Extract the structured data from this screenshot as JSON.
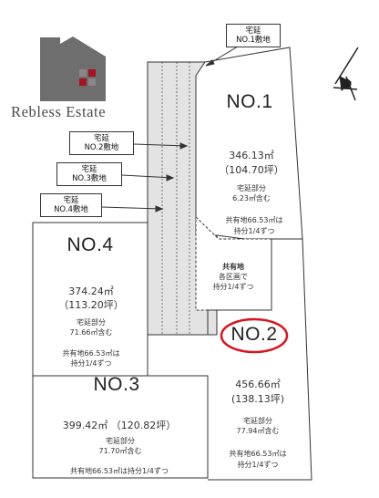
{
  "logo": {
    "text": "Rebless Estate",
    "colors": {
      "house": "#6e6e6e",
      "window": "#a9121f",
      "window_grey": "#888888"
    }
  },
  "lots": {
    "no1": {
      "label": "NO.1",
      "area": "346.13㎡",
      "tsubo": "（104.70坪）",
      "road_share_label": "宅延部分",
      "road_share_value": "6.23㎡含む",
      "common_line1": "共有地66.53㎡は",
      "common_line2": "持分1/4ずつ"
    },
    "no2": {
      "label": "NO.2",
      "area": "456.66㎡",
      "tsubo": "(138.13坪)",
      "road_share_label": "宅延部分",
      "road_share_value": "77.94㎡含む",
      "common_line1": "共有地66.53㎡は",
      "common_line2": "持分1/4ずつ",
      "highlight_color": "#d9141e"
    },
    "no3": {
      "label": "NO.3",
      "area": "399.42㎡ （120.82坪）",
      "road_share_label": "宅延部分",
      "road_share_value": "71.70㎡含む",
      "common_line": "共有地66.53㎡は持分1/4ずつ"
    },
    "no4": {
      "label": "NO.4",
      "area": "374.24㎡",
      "tsubo": "（113.20坪）",
      "road_share_label": "宅延部分",
      "road_share_value": "71.66㎡含む",
      "common_line1": "共有地66.53㎡は",
      "common_line2": "持分1/4ずつ"
    }
  },
  "common_land": {
    "title": "共有地",
    "line1": "各区画で",
    "line2": "持分1/4ずつ"
  },
  "callouts": {
    "no1": {
      "line1": "宅延",
      "line2": "NO.1敷地"
    },
    "no2": {
      "line1": "宅延",
      "line2": "NO.2敷地"
    },
    "no3": {
      "line1": "宅延",
      "line2": "NO.3敷地"
    },
    "no4": {
      "line1": "宅延",
      "line2": "NO.4敷地"
    }
  },
  "colors": {
    "road_fill": "#e3e3e3",
    "line": "#333333"
  }
}
